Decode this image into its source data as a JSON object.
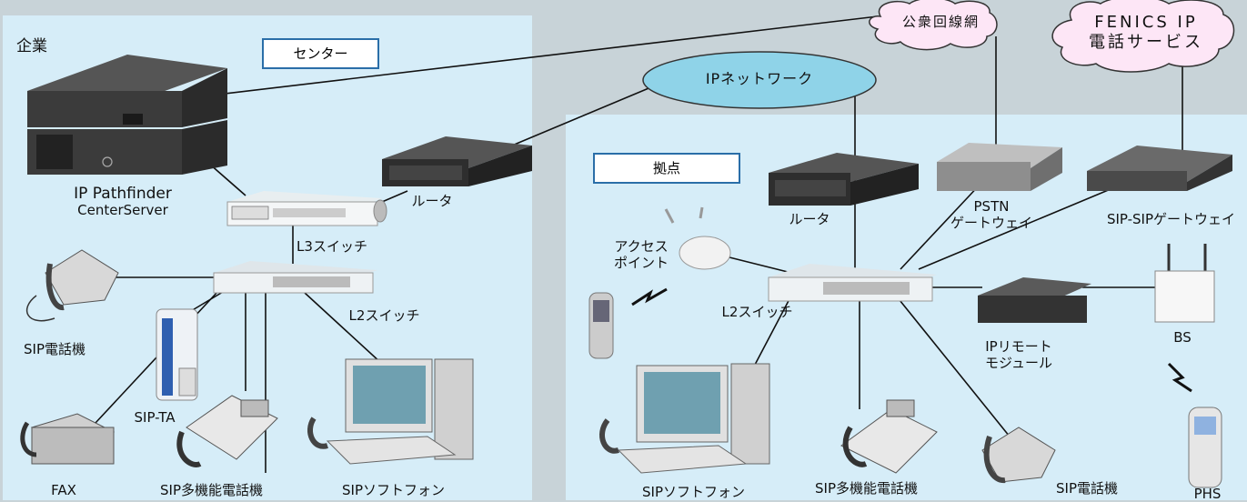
{
  "regions": {
    "enterprise": "企業",
    "center": "センター",
    "site": "拠点"
  },
  "networks": {
    "ip_network": "IPネットワーク",
    "public_network": "公衆回線網",
    "fenics_line1": "FENICS IP",
    "fenics_line2": "電話サービス"
  },
  "center_devices": {
    "server_name": "IP Pathfinder",
    "server_sub": "CenterServer",
    "router": "ルータ",
    "l3_switch": "L3スイッチ",
    "l2_switch": "L2スイッチ",
    "sip_phone": "SIP電話機",
    "sip_ta": "SIP-TA",
    "fax": "FAX",
    "sip_multi_phone": "SIP多機能電話機",
    "sip_softphone": "SIPソフトフォン"
  },
  "site_devices": {
    "router": "ルータ",
    "pstn_line1": "PSTN",
    "pstn_line2": "ゲートウェイ",
    "sip_sip_gw": "SIP-SIPゲートウェイ",
    "access_point_line1": "アクセス",
    "access_point_line2": "ポイント",
    "l2_switch": "L2スイッチ",
    "ip_remote_line1": "IPリモート",
    "ip_remote_line2": "モジュール",
    "bs": "BS",
    "phs": "PHS",
    "sip_softphone": "SIPソフトフォン",
    "sip_multi_phone": "SIP多機能電話機",
    "sip_phone": "SIP電話機"
  },
  "colors": {
    "region_fill": "#d6edf8",
    "background": "#c8d3d8",
    "cloud_fill": "#fde6f6",
    "ip_network_fill": "#8fd3e8",
    "box_border": "#2a6ea8"
  }
}
